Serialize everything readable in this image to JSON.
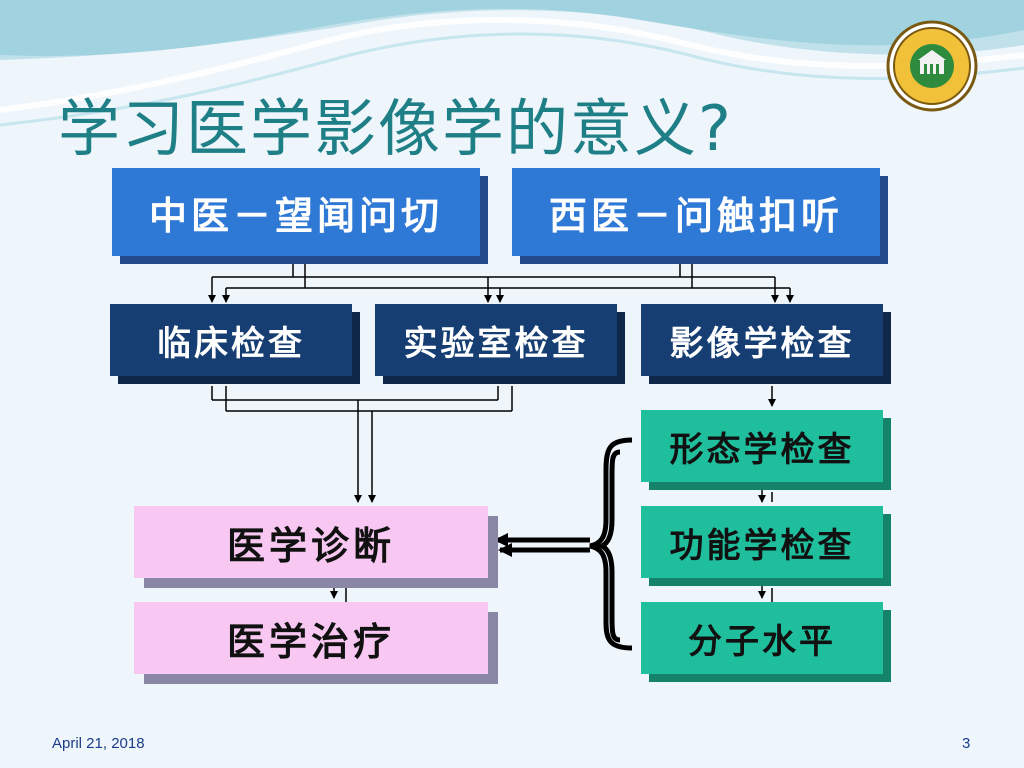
{
  "slide": {
    "title": "学习医学影像学的意义?",
    "footer_date": "April 21, 2018",
    "page_number": "3"
  },
  "boxes": {
    "tcm": "中医－望闻问切",
    "western": "西医－问触扣听",
    "clinical_exam": "临床检查",
    "lab_exam": "实验室检查",
    "imaging_exam": "影像学检查",
    "morphology_exam": "形态学检查",
    "function_exam": "功能学检查",
    "molecular": "分子水平",
    "diagnosis": "医学诊断",
    "treatment": "医学治疗"
  },
  "colors": {
    "title": "#1f7f86",
    "top_box": "#2f79d6",
    "exam_box": "#173e72",
    "imaging_sub_box": "#1fbf9d",
    "outcome_box": "#f8c8f2"
  },
  "logo": {
    "icon": "university-seal-icon"
  }
}
